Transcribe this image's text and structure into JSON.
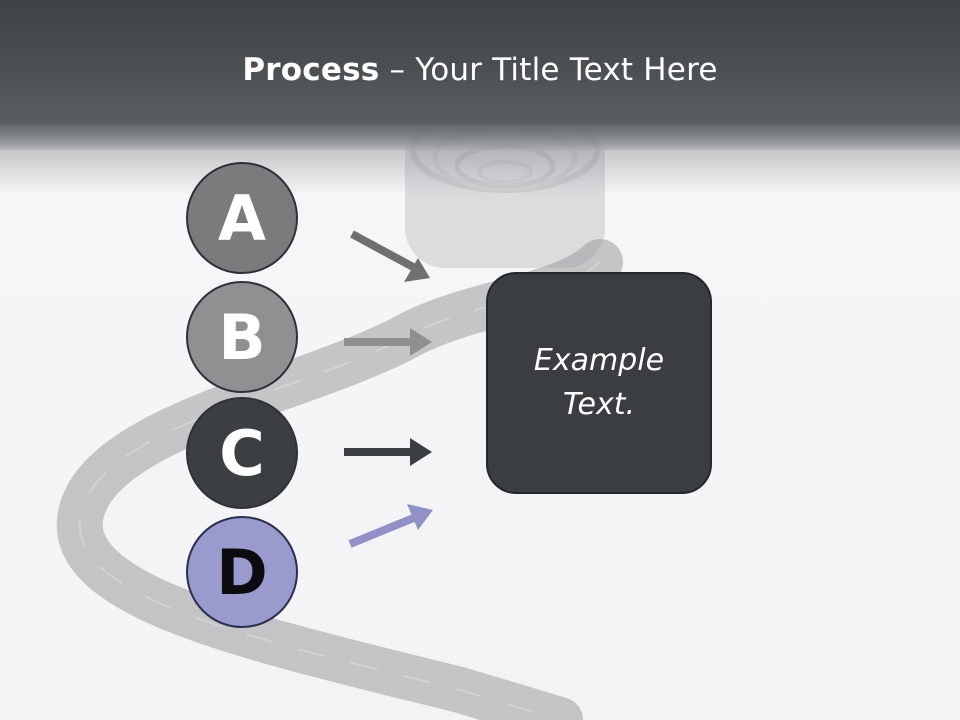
{
  "title": {
    "bold": "Process",
    "rest": " – Your Title Text Here"
  },
  "steps": [
    {
      "letter": "A",
      "color": "#7a7b7d"
    },
    {
      "letter": "B",
      "color": "#8f9092"
    },
    {
      "letter": "C",
      "color": "#3b3f42"
    },
    {
      "letter": "D",
      "color": "#9a9acf"
    }
  ],
  "arrow_colors": [
    "#6f7072",
    "#8e8f91",
    "#3b3f42",
    "#9191c8"
  ],
  "box": {
    "line1": "Example",
    "line2": "Text.",
    "color": "#3a3e41"
  }
}
